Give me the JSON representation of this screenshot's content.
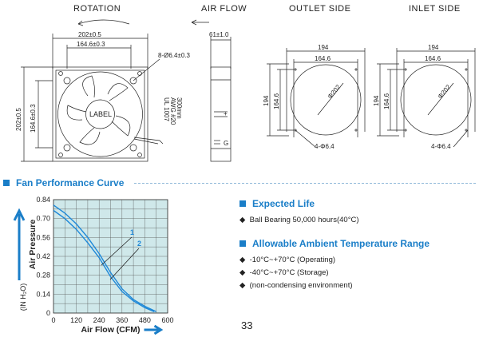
{
  "drawing": {
    "headers": {
      "rotation": "ROTATION",
      "air_flow": "AIR FLOW",
      "outlet": "OUTLET SIDE",
      "inlet": "INLET SIDE"
    },
    "front": {
      "width_dim": "202±0.5",
      "inner_dim": "164.6±0.3",
      "holes": "8-Ø6.4±0.3",
      "height_dim": "202±0.5",
      "inner_height_dim": "164.6±0.3",
      "label": "LABEL",
      "cable": [
        "UL 1007",
        "AWG #20",
        "300mm"
      ]
    },
    "side": {
      "depth_dim": "61±1.0",
      "plus": "+",
      "g": "G"
    },
    "outlet": {
      "w1": "194",
      "w2": "164.6",
      "h1": "194",
      "h2": "164.6",
      "dia": "Φ202",
      "holes": "4-Φ6.4"
    },
    "inlet": {
      "w1": "194",
      "w2": "164.6",
      "h1": "194",
      "h2": "164.6",
      "dia": "Φ202",
      "holes": "4-Φ6.4"
    }
  },
  "curve_section": {
    "title": "Fan Performance Curve"
  },
  "expected_life": {
    "title": "Expected Life",
    "items": [
      "Ball Bearing 50,000 hours(40°C)"
    ]
  },
  "ambient": {
    "title": "Allowable Ambient Temperature Range",
    "items": [
      "-10°C~+70°C (Operating)",
      "-40°C~+70°C (Storage)",
      "(non-condensing environment)"
    ]
  },
  "page_number": "33",
  "colors": {
    "accent": "#1a7ec8",
    "plot_bg": "#cfe8ea",
    "curve": "#1e88d8"
  },
  "chart_data": {
    "type": "line",
    "xlabel": "Air Flow (CFM)",
    "ylabel": "Air Pressure",
    "yunit": "(IN H₂O)",
    "xlim": [
      0,
      600
    ],
    "ylim": [
      0,
      0.84
    ],
    "xticks": [
      "0",
      "120",
      "240",
      "360",
      "480",
      "600"
    ],
    "yticks": [
      "0",
      "0.14",
      "0.28",
      "0.42",
      "0.56",
      "0.70",
      "0.84"
    ],
    "grid": true,
    "series": [
      {
        "name": "1",
        "x": [
          0,
          60,
          120,
          180,
          240,
          300,
          360,
          420,
          480,
          540
        ],
        "y": [
          0.8,
          0.74,
          0.66,
          0.56,
          0.44,
          0.3,
          0.18,
          0.1,
          0.05,
          0.01
        ]
      },
      {
        "name": "2",
        "x": [
          0,
          60,
          120,
          180,
          240,
          300,
          360,
          420,
          480,
          530
        ],
        "y": [
          0.76,
          0.7,
          0.62,
          0.52,
          0.41,
          0.27,
          0.16,
          0.09,
          0.04,
          0.01
        ]
      }
    ]
  }
}
